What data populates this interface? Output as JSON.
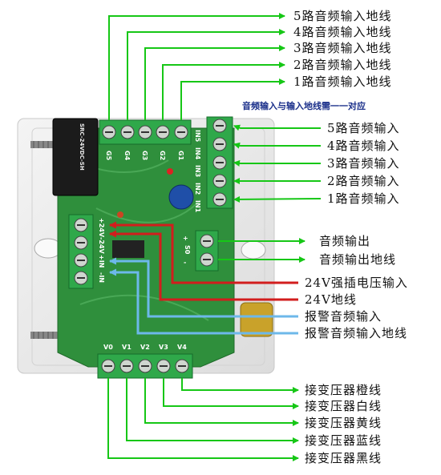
{
  "top_labels": [
    "5路音频输入地线",
    "4路音频输入地线",
    "3路音频输入地线",
    "2路音频输入地线",
    "1路音频输入地线"
  ],
  "note": "音频输入与输入地线需一一对应",
  "right_inputs": [
    "5路音频输入",
    "4路音频输入",
    "3路音频输入",
    "2路音频输入",
    "1路音频输入"
  ],
  "output_labels": [
    "音频输出",
    "音频输出地线"
  ],
  "left_labels": [
    "24V强插电压输入",
    "24V地线",
    "报警音频输入",
    "报警音频输入地线"
  ],
  "bottom_labels": [
    "接变压器橙线",
    "接变压器白线",
    "接变压器黄线",
    "接变压器蓝线",
    "接变压器黑线"
  ],
  "silk": {
    "top_terminals": [
      "G5",
      "G4",
      "G3",
      "G2",
      "G1"
    ],
    "right_terminals": [
      "IN5",
      "IN4",
      "IN3",
      "IN2",
      "IN1"
    ],
    "bottom_terminals": [
      "V0",
      "V1",
      "V2",
      "V3",
      "V4"
    ],
    "left_terminals": [
      "+24V",
      "-24V",
      "+IN",
      "-IN"
    ],
    "output_terminals": [
      "+",
      "S0",
      "-"
    ],
    "relay": "SRC-24VDC-SH"
  },
  "colors": {
    "green_arrow": "#16c716",
    "red_arrow": "#d21d1d",
    "blue_arrow": "#6db8ea",
    "pcb": "#2f8f3c",
    "terminal": "#2fa84a"
  }
}
